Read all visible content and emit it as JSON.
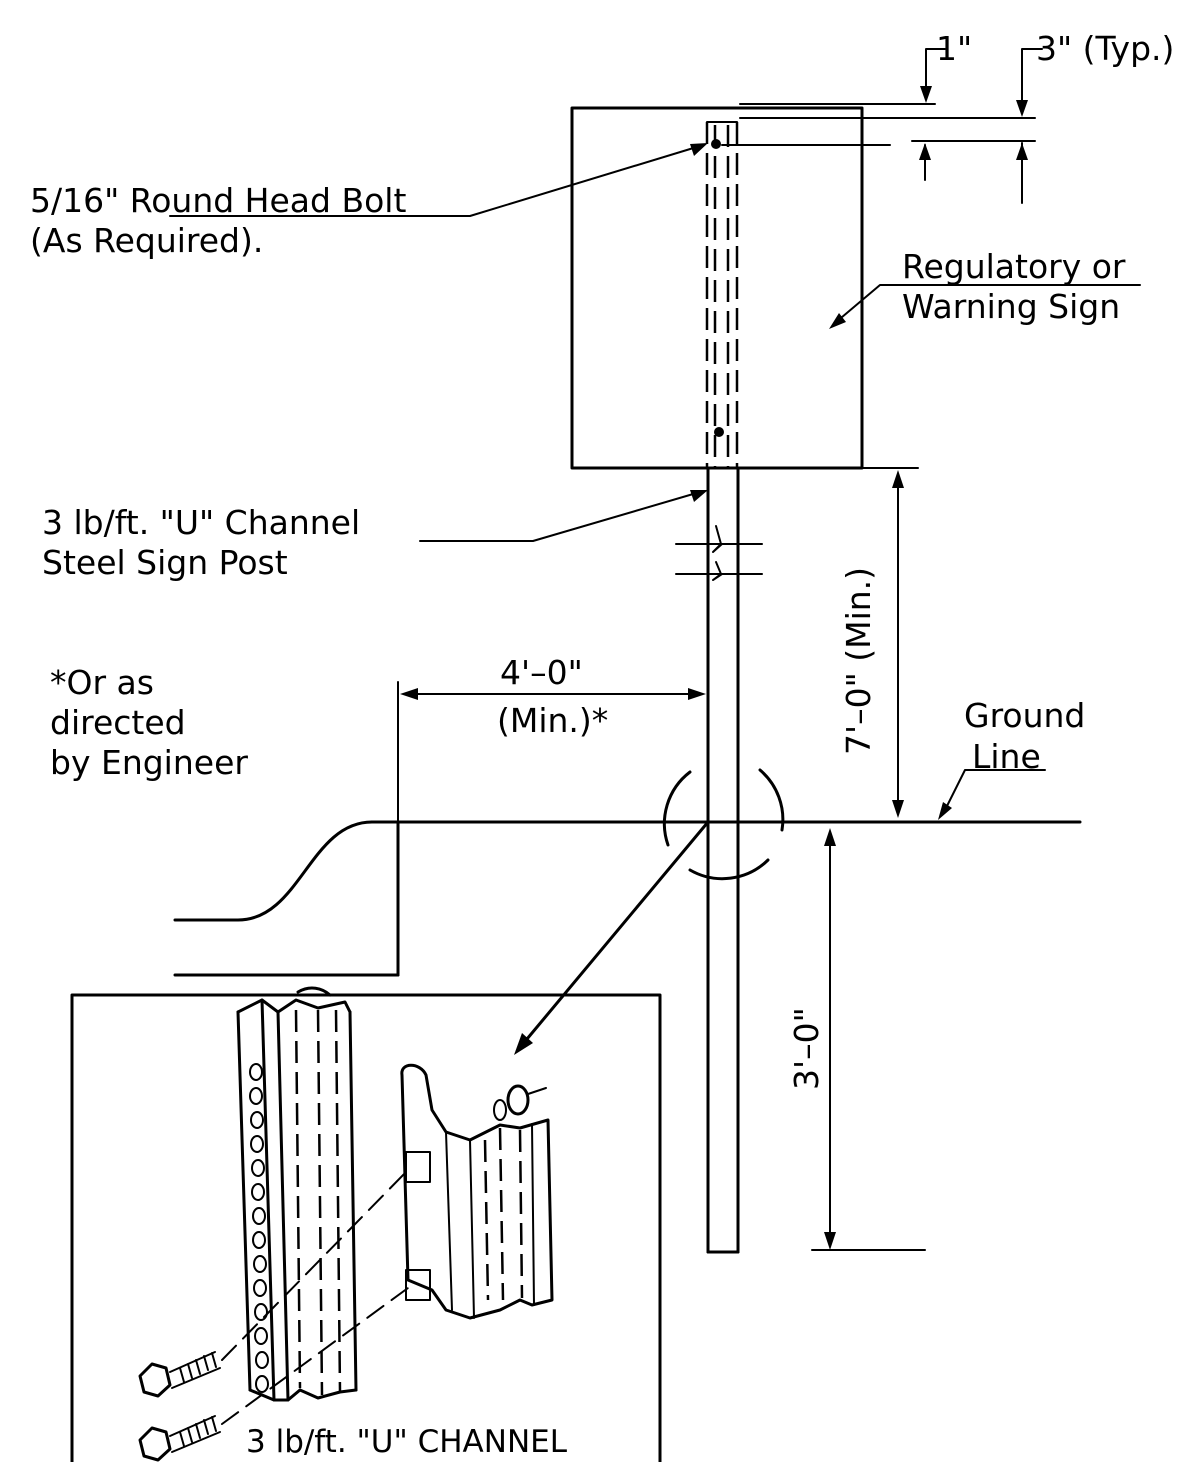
{
  "labels": {
    "bolt_line1": "5/16\" Round Head Bolt",
    "bolt_line2": "(As Required).",
    "sign_line1": "Regulatory or",
    "sign_line2": "Warning Sign",
    "post_line1": "3 lb/ft. \"U\" Channel",
    "post_line2": "Steel Sign Post",
    "note_line1": "*Or as",
    "note_line2": "directed",
    "note_line3": "by Engineer",
    "ground_line1": "Ground",
    "ground_line2": "Line",
    "detail_caption": "3 lb/ft. \"U\" CHANNEL"
  },
  "dimensions": {
    "top_offset": "1\"",
    "bolt_spacing": "3\" (Typ.)",
    "offset_value": "4'–0\"",
    "offset_min": "(Min.)*",
    "height_above_ground": "7'–0\"  (Min.)",
    "embedment_depth": "3'–0\""
  }
}
